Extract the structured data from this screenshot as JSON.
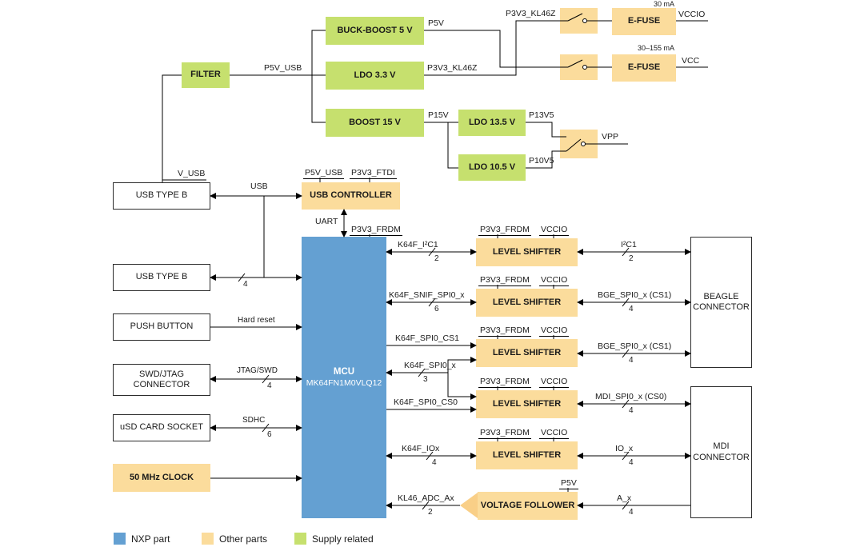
{
  "blocks": {
    "filter": "FILTER",
    "buck_boost": "BUCK-BOOST 5 V",
    "ldo_3v3": "LDO 3.3 V",
    "boost_15v": "BOOST 15 V",
    "ldo_13v5": "LDO 13.5 V",
    "ldo_10v5": "LDO 10.5 V",
    "efuse": "E-FUSE",
    "usb_type_b": "USB TYPE B",
    "usb_controller": "USB CONTROLLER",
    "mcu_line1": "MCU",
    "mcu_line2": "MK64FN1M0VLQ12",
    "push_button": "PUSH BUTTON",
    "swd_jtag": "SWD/JTAG CONNECTOR",
    "usd_card": "uSD CARD SOCKET",
    "clock": "50 MHz CLOCK",
    "level_shifter": "LEVEL SHIFTER",
    "voltage_follower": "VOLTAGE FOLLOWER",
    "beagle_connector": "BEAGLE CONNECTOR",
    "mdi_connector": "MDI CONNECTOR"
  },
  "nets": {
    "v_usb": "V_USB",
    "p5v_usb": "P5V_USB",
    "p5v": "P5V",
    "p3v3_kl46z": "P3V3_KL46Z",
    "p15v": "P15V",
    "p13v5": "P13V5",
    "p10v5": "P10V5",
    "vpp": "VPP",
    "vccio": "VCCIO",
    "vcc": "VCC",
    "p3v3_ftdi": "P3V3_FTDI",
    "p3v3_frdm": "P3V3_FRDM",
    "current_30ma": "30 mA",
    "current_30_155ma": "30–155 mA"
  },
  "signals": {
    "usb": "USB",
    "uart": "UART",
    "hard_reset": "Hard reset",
    "jtag_swd": "JTAG/SWD",
    "sdhc": "SDHC",
    "k64f_i2c1": "K64F_I²C1",
    "k64f_snif_spi0_x": "K64F_SNIF_SPI0_x",
    "k64f_spi0_cs1": "K64F_SPI0_CS1",
    "k64f_spi0_x": "K64F_SPI0_x",
    "k64f_spi0_cs0": "K64F_SPI0_CS0",
    "k64f_iox": "K64F_IOx",
    "kl46_adc_ax": "KL46_ADC_Ax",
    "i2c1": "I²C1",
    "bge_spi0_x_cs1": "BGE_SPI0_x (CS1)",
    "mdi_spi0_x_cs0": "MDI_SPI0_x (CS0)",
    "io_x": "IO_x",
    "a_x": "A_x"
  },
  "bus": {
    "usb2": "4",
    "jtag": "4",
    "sdhc": "6",
    "i2c_l": "2",
    "snif": "6",
    "spi0_x": "3",
    "iox": "4",
    "adc": "2",
    "i2c_r": "2",
    "bge1": "4",
    "bge2": "4",
    "mdi": "4",
    "io_r": "4",
    "a_x": "4"
  },
  "legend": {
    "nxp": "NXP part",
    "other": "Other parts",
    "supply": "Supply related"
  },
  "colors": {
    "nxp_part": "#64A0D2",
    "other_parts": "#FBDC9C",
    "supply_related": "#C6E06E"
  }
}
